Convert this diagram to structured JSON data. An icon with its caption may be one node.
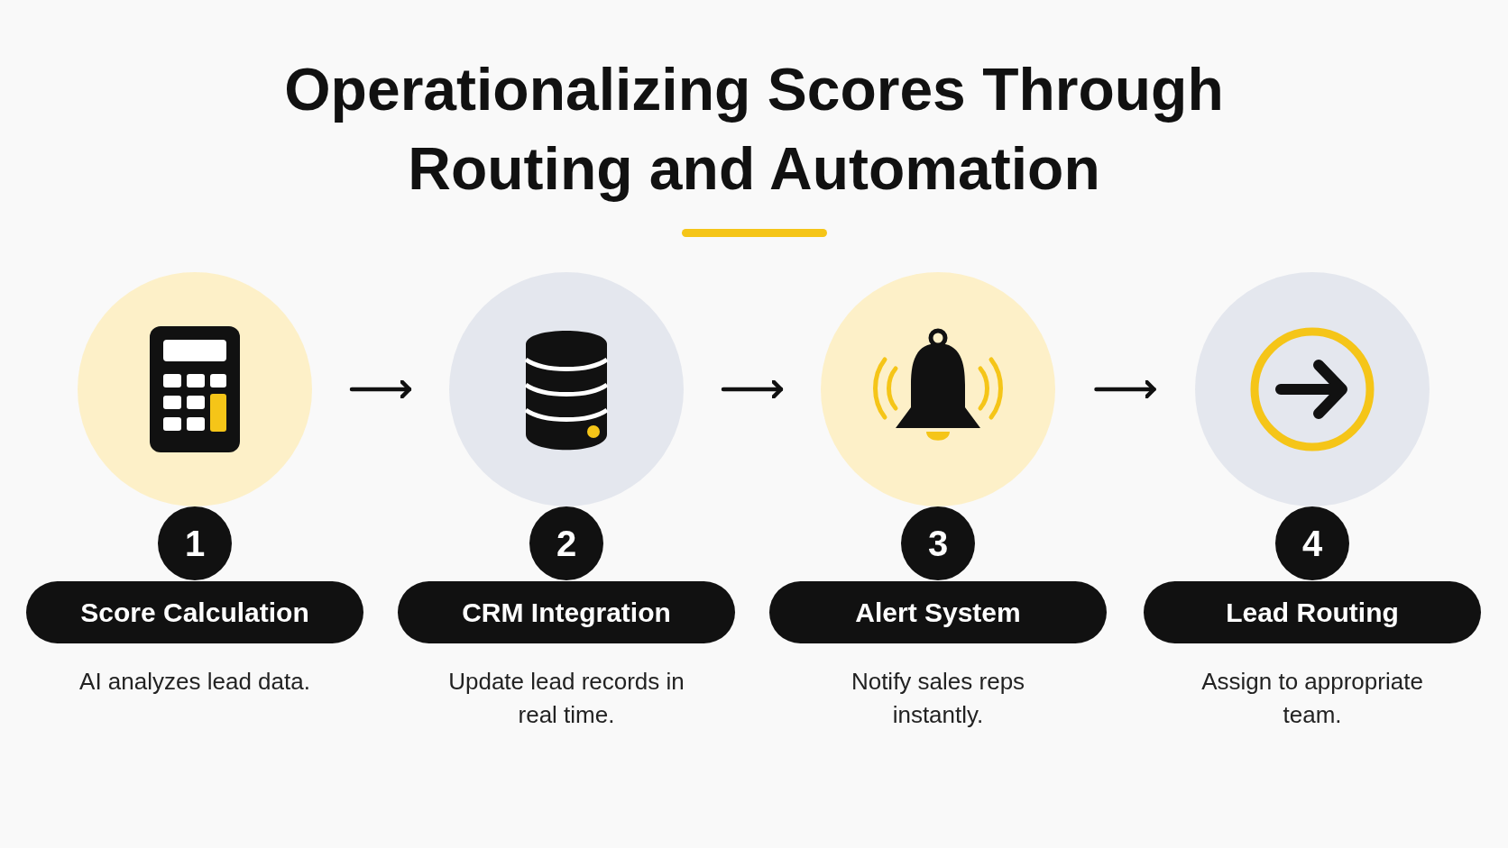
{
  "diagram": {
    "title": "Operationalizing Scores Through Routing and Automation",
    "nodes": [
      {
        "text": [],
        "shape": "circle"
      },
      {
        "text": [
          "1"
        ]
      },
      {
        "text": [
          "Score Calculation"
        ],
        "beside": [
          "AI analyzes lead data."
        ]
      },
      {
        "text": [],
        "shape": "circle"
      },
      {
        "text": [
          "2"
        ]
      },
      {
        "text": [
          "CRM Integration"
        ],
        "beside": [
          "Update lead records in real time."
        ]
      },
      {
        "text": [],
        "shape": "circle"
      },
      {
        "text": [
          "3"
        ]
      },
      {
        "text": [
          "Alert System"
        ],
        "beside": [
          "Notify sales reps instantly."
        ]
      },
      {
        "text": [],
        "shape": "circle"
      },
      {
        "text": [
          "4"
        ]
      },
      {
        "text": [
          "Lead Routing"
        ],
        "beside": [
          "Assign to appropriate team."
        ]
      }
    ],
    "edges": [
      {
        "from": 0,
        "to": 3,
        "arrow": "to"
      },
      {
        "from": 3,
        "to": 6,
        "arrow": "to"
      },
      {
        "from": 6,
        "to": 9,
        "arrow": "to"
      }
    ]
  }
}
